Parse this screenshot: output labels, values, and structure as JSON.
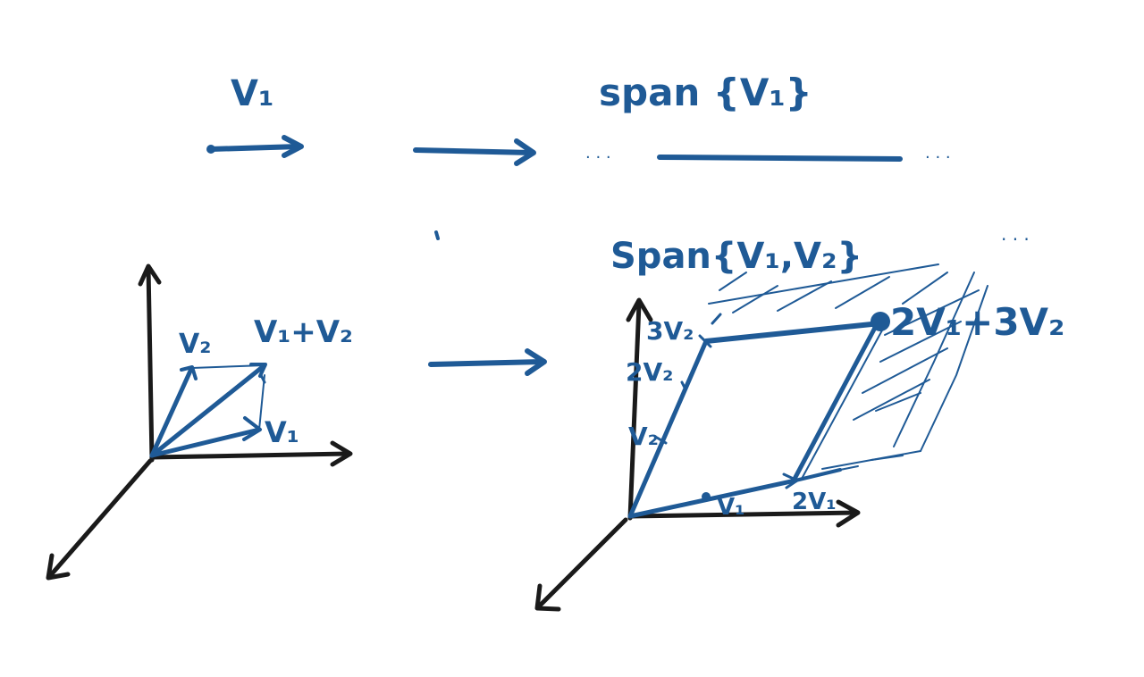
{
  "colors": {
    "ink_blue": "#1f5a96",
    "ink_black": "#1a1a1a",
    "background": "#ffffff"
  },
  "top_row": {
    "vector_label": "V₁",
    "span_label": "span {V₁}",
    "left_dots": "· · ·",
    "right_dots": "· · ·"
  },
  "left_diagram": {
    "v2_label": "V₂",
    "sum_label": "V₁+V₂",
    "v1_label": "V₁"
  },
  "right_diagram": {
    "span_label": "Span{V₁,V₂}",
    "corner_label": "2V₁+3V₂",
    "tick_3v2": "3V₂",
    "tick_2v2": "2V₂",
    "tick_v2": "V₂",
    "tick_v1": "V₁",
    "tick_2v1": "2V₁",
    "far_dots": "· · ·"
  }
}
